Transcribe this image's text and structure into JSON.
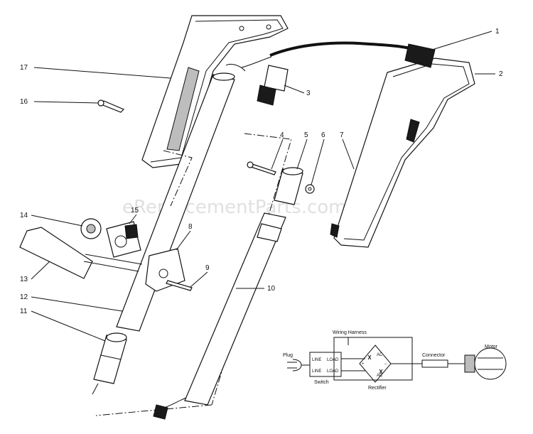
{
  "watermark": "eReplacementParts.com",
  "callouts": {
    "c1": "1",
    "c2": "2",
    "c3": "3",
    "c4": "4",
    "c5": "5",
    "c6": "6",
    "c7": "7",
    "c8": "8",
    "c9": "9",
    "c10": "10",
    "c11": "11",
    "c12": "12",
    "c13": "13",
    "c14": "14",
    "c15": "15",
    "c16": "16",
    "c17": "17"
  },
  "schematic": {
    "wiring_harness": "Wiring Harness",
    "plug": "Plug",
    "line_top": "LINE",
    "load_top": "LOAD",
    "line_bottom": "LINE",
    "load_bottom": "LOAD",
    "switch": "Switch",
    "ac_top": "AC",
    "ac_bottom": "AC",
    "plus": "+",
    "minus": "–",
    "rectifier": "Rectifier",
    "connector": "Connector",
    "motor": "Motor"
  }
}
